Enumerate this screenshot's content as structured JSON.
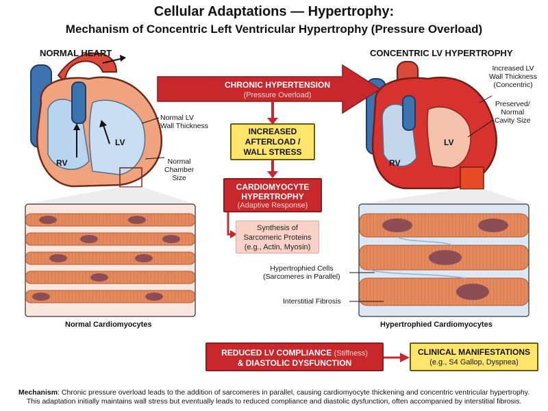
{
  "title": "Cellular Adaptations — Hypertrophy:",
  "subtitle": "Mechanism of Concentric Left Ventricular Hypertrophy (Pressure Overload)",
  "normal": {
    "heading": "NORMAL HEART",
    "rv": "RV",
    "lv": "LV",
    "wall_label": "Normal LV\nWall Thickness",
    "chamber_label": "Normal\nChamber\nSize",
    "caption": "Normal Cardiomyocytes"
  },
  "hypertrophy": {
    "heading": "CONCENTRIC LV HYPERTROPHY",
    "rv": "RV",
    "lv": "LV",
    "wall_label": "Increased LV\nWall Thickness\n(Concentric)",
    "cavity_label": "Preserved/\nNormal\nCavity Size",
    "cells_label": "Hypertrophied Cells\n(Sarcomeres in Parallel)",
    "fibrosis_label": "Interstitial Fibrosis",
    "caption": "Hypertrophied Cardiomyocytes"
  },
  "flow": {
    "hypertension": "CHRONIC HYPERTENSION",
    "hypertension_sub": "(Pressure Overload)",
    "afterload": "INCREASED\nAFTERLOAD /\nWALL STRESS",
    "myocyte": "CARDIOMYOCYTE\nHYPERTROPHY",
    "myocyte_sub": "(Adaptive Response)",
    "synthesis": "Synthesis of\nSarcomeric Proteins\n(e.g., Actin, Myosin)",
    "compliance": "REDUCED LV COMPLIANCE",
    "compliance_sub": "(Stiffness)",
    "compliance2": "& DIASTOLIC DYSFUNCTION",
    "clinical": "CLINICAL MANIFESTATIONS",
    "clinical_sub": "(e.g., S4 Gallop, Dyspnea)"
  },
  "footer": {
    "label": "Mechanism",
    "line1": ": Chronic pressure overload leads to the addition of sarcomeres in parallel, causing cardiomyocyte thickening and concentric ventricular hypertrophy.",
    "line2": "This adaptation initially maintains wall stress but eventually leads to reduced compliance and diastolic dysfunction, often accompanied by interstitial fibrosis."
  },
  "colors": {
    "red": "#c8282b",
    "yellow": "#ffe66b",
    "pink": "#f8d2c7",
    "muscle": "#e58a5d",
    "nucleus": "#8d4d55",
    "vessel": "#3b73b0"
  }
}
